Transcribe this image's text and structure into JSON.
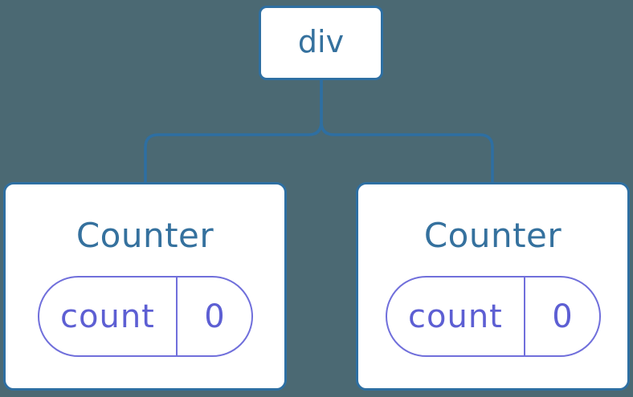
{
  "theme": {
    "background": "#4b6973",
    "line_color": "#2e6fa2",
    "node_fill": "#ffffff",
    "node_label_color": "#35719e",
    "state_border_color": "#706fdb",
    "state_text_color": "#5d5fd3"
  },
  "tree": {
    "root": {
      "label": "div"
    },
    "children": [
      {
        "label": "Counter",
        "state": {
          "key": "count",
          "value": "0"
        }
      },
      {
        "label": "Counter",
        "state": {
          "key": "count",
          "value": "0"
        }
      }
    ]
  }
}
